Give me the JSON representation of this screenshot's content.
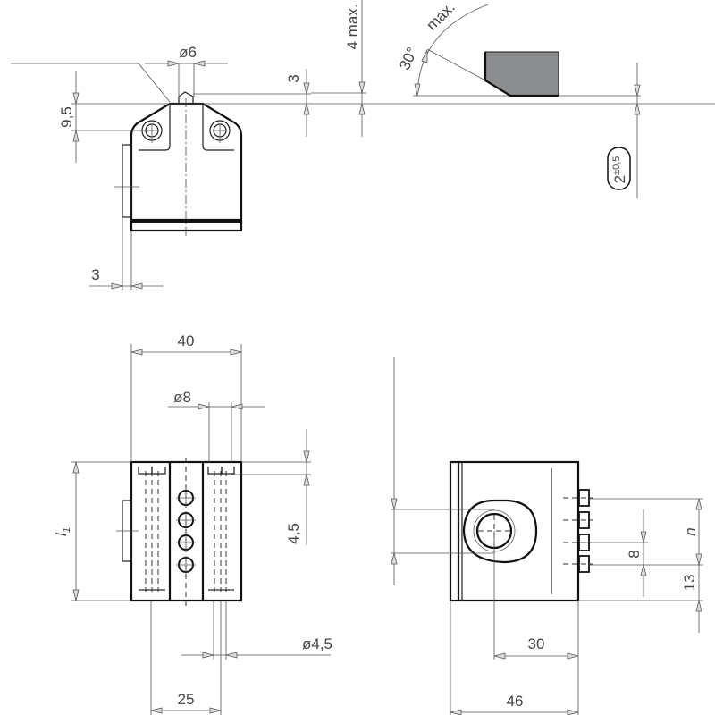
{
  "drawing": {
    "top_view": {
      "plunger_diameter": "ø6",
      "dim_9_5": "9,5",
      "dim_3_top": "3",
      "dim_4_max": "4 max.",
      "angle_30": "30°",
      "angle_max": "max.",
      "tolerance_value": "2",
      "tolerance_range": "±0,5",
      "dim_3_tab": "3"
    },
    "front_view": {
      "width_40": "40",
      "hole_diameter_8": "ø8",
      "dim_4_5": "4,5",
      "length_l": "l",
      "length_sub": "1",
      "hole_diameter_4_5": "ø4,5",
      "spacing_25": "25"
    },
    "side_view": {
      "dim_n": "n",
      "dim_8": "8",
      "dim_13": "13",
      "dim_30": "30",
      "width_46": "46"
    },
    "colors": {
      "actuator_fill": "#8c8d8f",
      "line": "#111111"
    }
  }
}
